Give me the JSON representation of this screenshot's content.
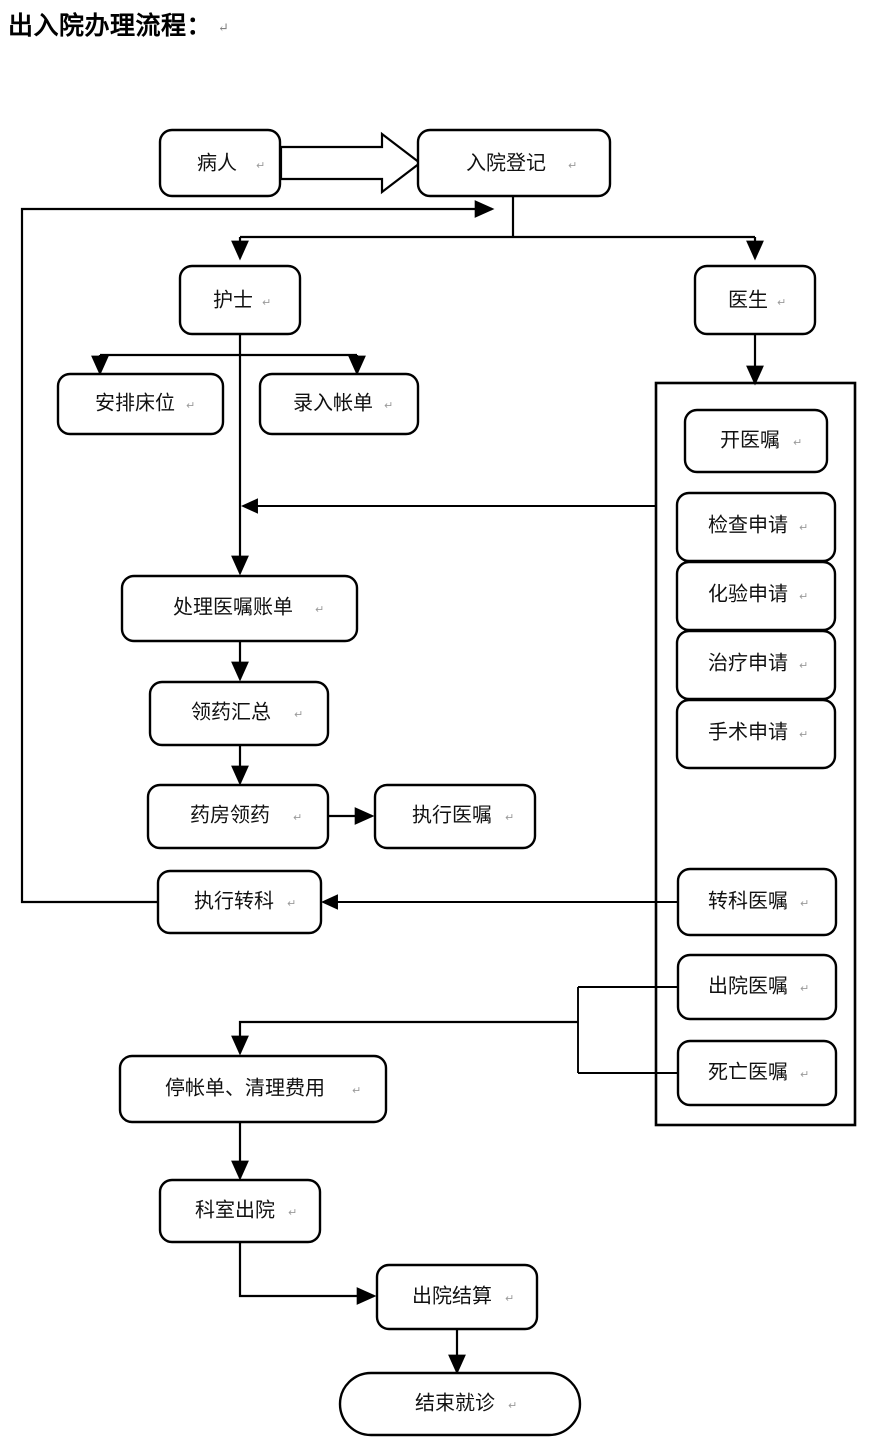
{
  "page": {
    "title": "出入院办理流程：",
    "title_cr_mark": "↵"
  },
  "diagram": {
    "type": "flowchart",
    "orientation": "top-down",
    "cr_mark": "↵",
    "nodes": {
      "patient": {
        "label": "病人",
        "shape": "rounded-rect"
      },
      "admission": {
        "label": "入院登记",
        "shape": "rounded-rect"
      },
      "nurse": {
        "label": "护士",
        "shape": "rounded-rect"
      },
      "doctor": {
        "label": "医生",
        "shape": "rounded-rect"
      },
      "arrange_bed": {
        "label": "安排床位",
        "shape": "rounded-rect"
      },
      "enter_bill": {
        "label": "录入帐单",
        "shape": "rounded-rect"
      },
      "open_order": {
        "label": "开医嘱",
        "shape": "rounded-rect"
      },
      "exam_request": {
        "label": "检查申请",
        "shape": "rounded-rect"
      },
      "lab_request": {
        "label": "化验申请",
        "shape": "rounded-rect"
      },
      "treat_request": {
        "label": "治疗申请",
        "shape": "rounded-rect"
      },
      "surgery_request": {
        "label": "手术申请",
        "shape": "rounded-rect"
      },
      "process_order_bill": {
        "label": "处理医嘱账单",
        "shape": "rounded-rect"
      },
      "drug_summary": {
        "label": "领药汇总",
        "shape": "rounded-rect"
      },
      "pharmacy_pickup": {
        "label": "药房领药",
        "shape": "rounded-rect"
      },
      "execute_order": {
        "label": "执行医嘱",
        "shape": "rounded-rect"
      },
      "execute_transfer": {
        "label": "执行转科",
        "shape": "rounded-rect"
      },
      "transfer_order": {
        "label": "转科医嘱",
        "shape": "rounded-rect"
      },
      "discharge_order": {
        "label": "出院医嘱",
        "shape": "rounded-rect"
      },
      "death_order": {
        "label": "死亡医嘱",
        "shape": "rounded-rect"
      },
      "stop_bill_clear_fee": {
        "label": "停帐单、清理费用",
        "shape": "rounded-rect"
      },
      "dept_discharge": {
        "label": "科室出院",
        "shape": "rounded-rect"
      },
      "discharge_settle": {
        "label": "出院结算",
        "shape": "rounded-rect"
      },
      "end_visit": {
        "label": "结束就诊",
        "shape": "stadium"
      }
    },
    "edges": [
      {
        "from": "patient",
        "to": "admission",
        "style": "block-arrow"
      },
      {
        "from": "admission",
        "to": "nurse",
        "style": "arrow"
      },
      {
        "from": "admission",
        "to": "doctor",
        "style": "arrow"
      },
      {
        "from": "nurse",
        "to": "arrange_bed",
        "style": "arrow"
      },
      {
        "from": "nurse",
        "to": "enter_bill",
        "style": "arrow"
      },
      {
        "from": "doctor",
        "to": "doctor-orders-group",
        "style": "arrow"
      },
      {
        "from": "doctor-orders-group",
        "to": "nurse-column",
        "style": "arrow"
      },
      {
        "from": "nurse-column",
        "to": "process_order_bill",
        "style": "arrow"
      },
      {
        "from": "process_order_bill",
        "to": "drug_summary",
        "style": "arrow"
      },
      {
        "from": "drug_summary",
        "to": "pharmacy_pickup",
        "style": "arrow"
      },
      {
        "from": "pharmacy_pickup",
        "to": "execute_order",
        "style": "arrow"
      },
      {
        "from": "transfer_order",
        "to": "execute_transfer",
        "style": "arrow"
      },
      {
        "from": "execute_transfer",
        "to": "admission",
        "style": "arrow-loop-left"
      },
      {
        "from": "discharge_order",
        "to": "stop_bill_clear_fee",
        "style": "arrow"
      },
      {
        "from": "death_order",
        "to": "stop_bill_clear_fee",
        "style": "arrow"
      },
      {
        "from": "stop_bill_clear_fee",
        "to": "dept_discharge",
        "style": "arrow"
      },
      {
        "from": "dept_discharge",
        "to": "discharge_settle",
        "style": "arrow"
      },
      {
        "from": "discharge_settle",
        "to": "end_visit",
        "style": "arrow"
      }
    ],
    "colors": {
      "stroke": "#000000",
      "fill": "#ffffff",
      "text": "#111111",
      "cr_mark": "#9a9a9a"
    }
  }
}
